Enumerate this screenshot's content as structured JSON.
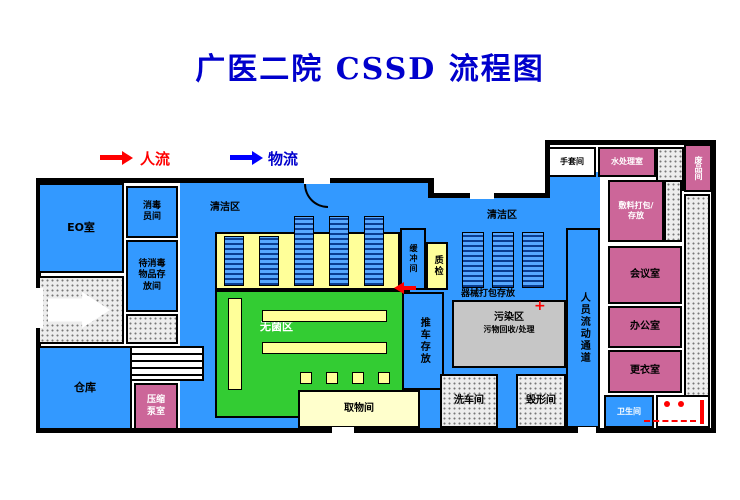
{
  "title": "广医二院 CSSD 流程图",
  "legend": {
    "people_flow_label": "人流",
    "material_flow_label": "物流"
  },
  "colors": {
    "title_blue": "#0000CC",
    "floor_blue": "#3399FF",
    "sterile_green": "#33CC33",
    "packing_yellow": "#FFFF99",
    "room_pink": "#CC6699",
    "contaminated_gray": "#C6C6C6",
    "people_flow_red": "#FF0000",
    "material_flow_blue": "#0000FF"
  },
  "rooms": {
    "eo_room": "EO室",
    "disinfection_staff_room": "消毒员间",
    "awaiting_disinfection_storage": "待消毒物品存放间",
    "warehouse": "仓库",
    "compression_pump_room": "压缩泵室",
    "clean_area_left": "清洁区",
    "sterile_area": "无菌区",
    "buffer_room": "缓冲间",
    "quality_check": "质检",
    "cart_storage": "推车存放",
    "pickup_room": "取物间",
    "clean_area_right": "清洁区",
    "instrument_packing_storage": "器械打包存放",
    "contaminated_area": "污染区",
    "waste_processing": "污物回收/处理",
    "cart_wash_room": "洗车间",
    "destruction_room": "毁形间",
    "personnel_corridor": "人员流动通道",
    "glove_room": "手套间",
    "water_treatment_room": "水处理室",
    "waste_room": "废品间",
    "dressing_packing_storage": "敷料打包/存放",
    "meeting_room": "会议室",
    "office": "办公室",
    "changing_room": "更衣室",
    "toilet": "卫生间"
  },
  "symbols": {
    "red_cross": "+"
  }
}
